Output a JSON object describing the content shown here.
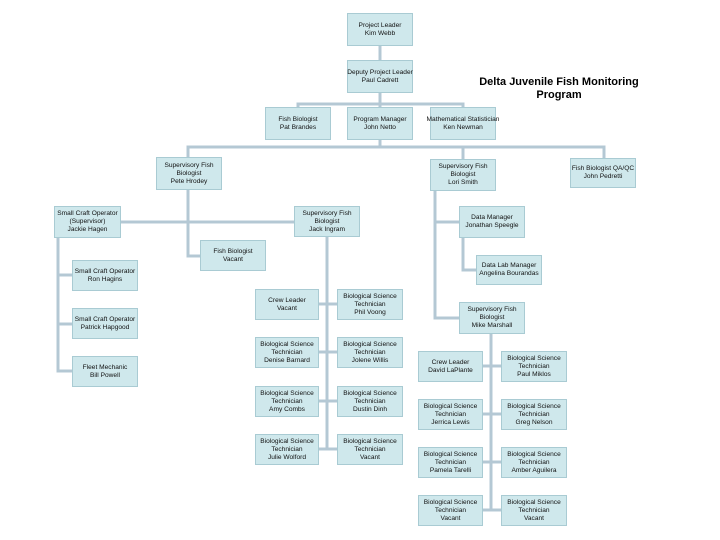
{
  "title": {
    "line1": "Delta Juvenile Fish Monitoring",
    "line2": "Program"
  },
  "boxes": {
    "project_leader": {
      "role": "Project Leader",
      "name": "Kim Webb"
    },
    "deputy_leader": {
      "role": "Deputy Project Leader",
      "name": "Paul Cadrett"
    },
    "fish_bio_brandes": {
      "role": "Fish Biologist",
      "name": "Pat Brandes"
    },
    "program_manager": {
      "role": "Program Manager",
      "name": "John Netto"
    },
    "math_stat": {
      "role": "Mathematical Statistician",
      "name": "Ken Newman"
    },
    "sup_hrodey": {
      "role1": "Supervisory Fish",
      "role2": "Biologist",
      "name": "Pete Hrodey"
    },
    "sup_smith": {
      "role1": "Supervisory Fish",
      "role2": "Biologist",
      "name": "Lori Smith"
    },
    "qaqc": {
      "role": "Fish Biologist   QA/QC",
      "name": "John Pedretti"
    },
    "small_craft_hagen": {
      "role1": "Small Craft Operator",
      "role2": "(Supervisor)",
      "name": "Jackie Hagen"
    },
    "sup_ingram": {
      "role1": "Supervisory Fish",
      "role2": "Biologist",
      "name": "Jack Ingram"
    },
    "data_manager": {
      "role": "Data Manager",
      "name": "Jonathan Speegle"
    },
    "fish_bio_vacant": {
      "role": "Fish Biologist",
      "name": "Vacant"
    },
    "data_lab": {
      "role": "Data Lab Manager",
      "name": "Angelina Bourandas"
    },
    "sco_hagins": {
      "role": "Small Craft Operator",
      "name": "Ron Hagins"
    },
    "crew_leader_vacant": {
      "role": "Crew Leader",
      "name": "Vacant"
    },
    "bst_voong": {
      "role1": "Biological Science",
      "role2": "Technician",
      "name": "Phil Voong"
    },
    "sup_marshall": {
      "role1": "Supervisory Fish",
      "role2": "Biologist",
      "name": "Mike Marshall"
    },
    "sco_hapgood": {
      "role": "Small Craft Operator",
      "name": "Patrick Hapgood"
    },
    "bst_barnard": {
      "role1": "Biological Science",
      "role2": "Technician",
      "name": "Denise Barnard"
    },
    "bst_willis": {
      "role1": "Biological Science",
      "role2": "Technician",
      "name": "Jolene Willis"
    },
    "crew_leader_laplante": {
      "role": "Crew Leader",
      "name": "David LaPlante"
    },
    "bst_miklos": {
      "role1": "Biological Science",
      "role2": "Technician",
      "name": "Paul Miklos"
    },
    "fleet_mechanic": {
      "role": "Fleet Mechanic",
      "name": "Bill Powell"
    },
    "bst_combs": {
      "role1": "Biological Science",
      "role2": "Technician",
      "name": "Amy Combs"
    },
    "bst_dinh": {
      "role1": "Biological Science",
      "role2": "Technician",
      "name": "Dustin Dinh"
    },
    "bst_lewis": {
      "role1": "Biological Science",
      "role2": "Technician",
      "name": "Jerrica Lewis"
    },
    "bst_nelson": {
      "role1": "Biological Science",
      "role2": "Technician",
      "name": "Greg Nelson"
    },
    "bst_wolford": {
      "role1": "Biological Science",
      "role2": "Technician",
      "name": "Julie Wolford"
    },
    "bst_vacant_a": {
      "role1": "Biological Science",
      "role2": "Technician",
      "name": "Vacant"
    },
    "bst_tarelli": {
      "role1": "Biological Science",
      "role2": "Technician",
      "name": "Pamela Tarelli"
    },
    "bst_aguilera": {
      "role1": "Biological Science",
      "role2": "Technician",
      "name": "Amber Aguilera"
    },
    "bst_vacant_b": {
      "role1": "Biological Science",
      "role2": "Technician",
      "name": "Vacant"
    },
    "bst_vacant_c": {
      "role1": "Biological Science",
      "role2": "Technician",
      "name": "Vacant"
    }
  }
}
